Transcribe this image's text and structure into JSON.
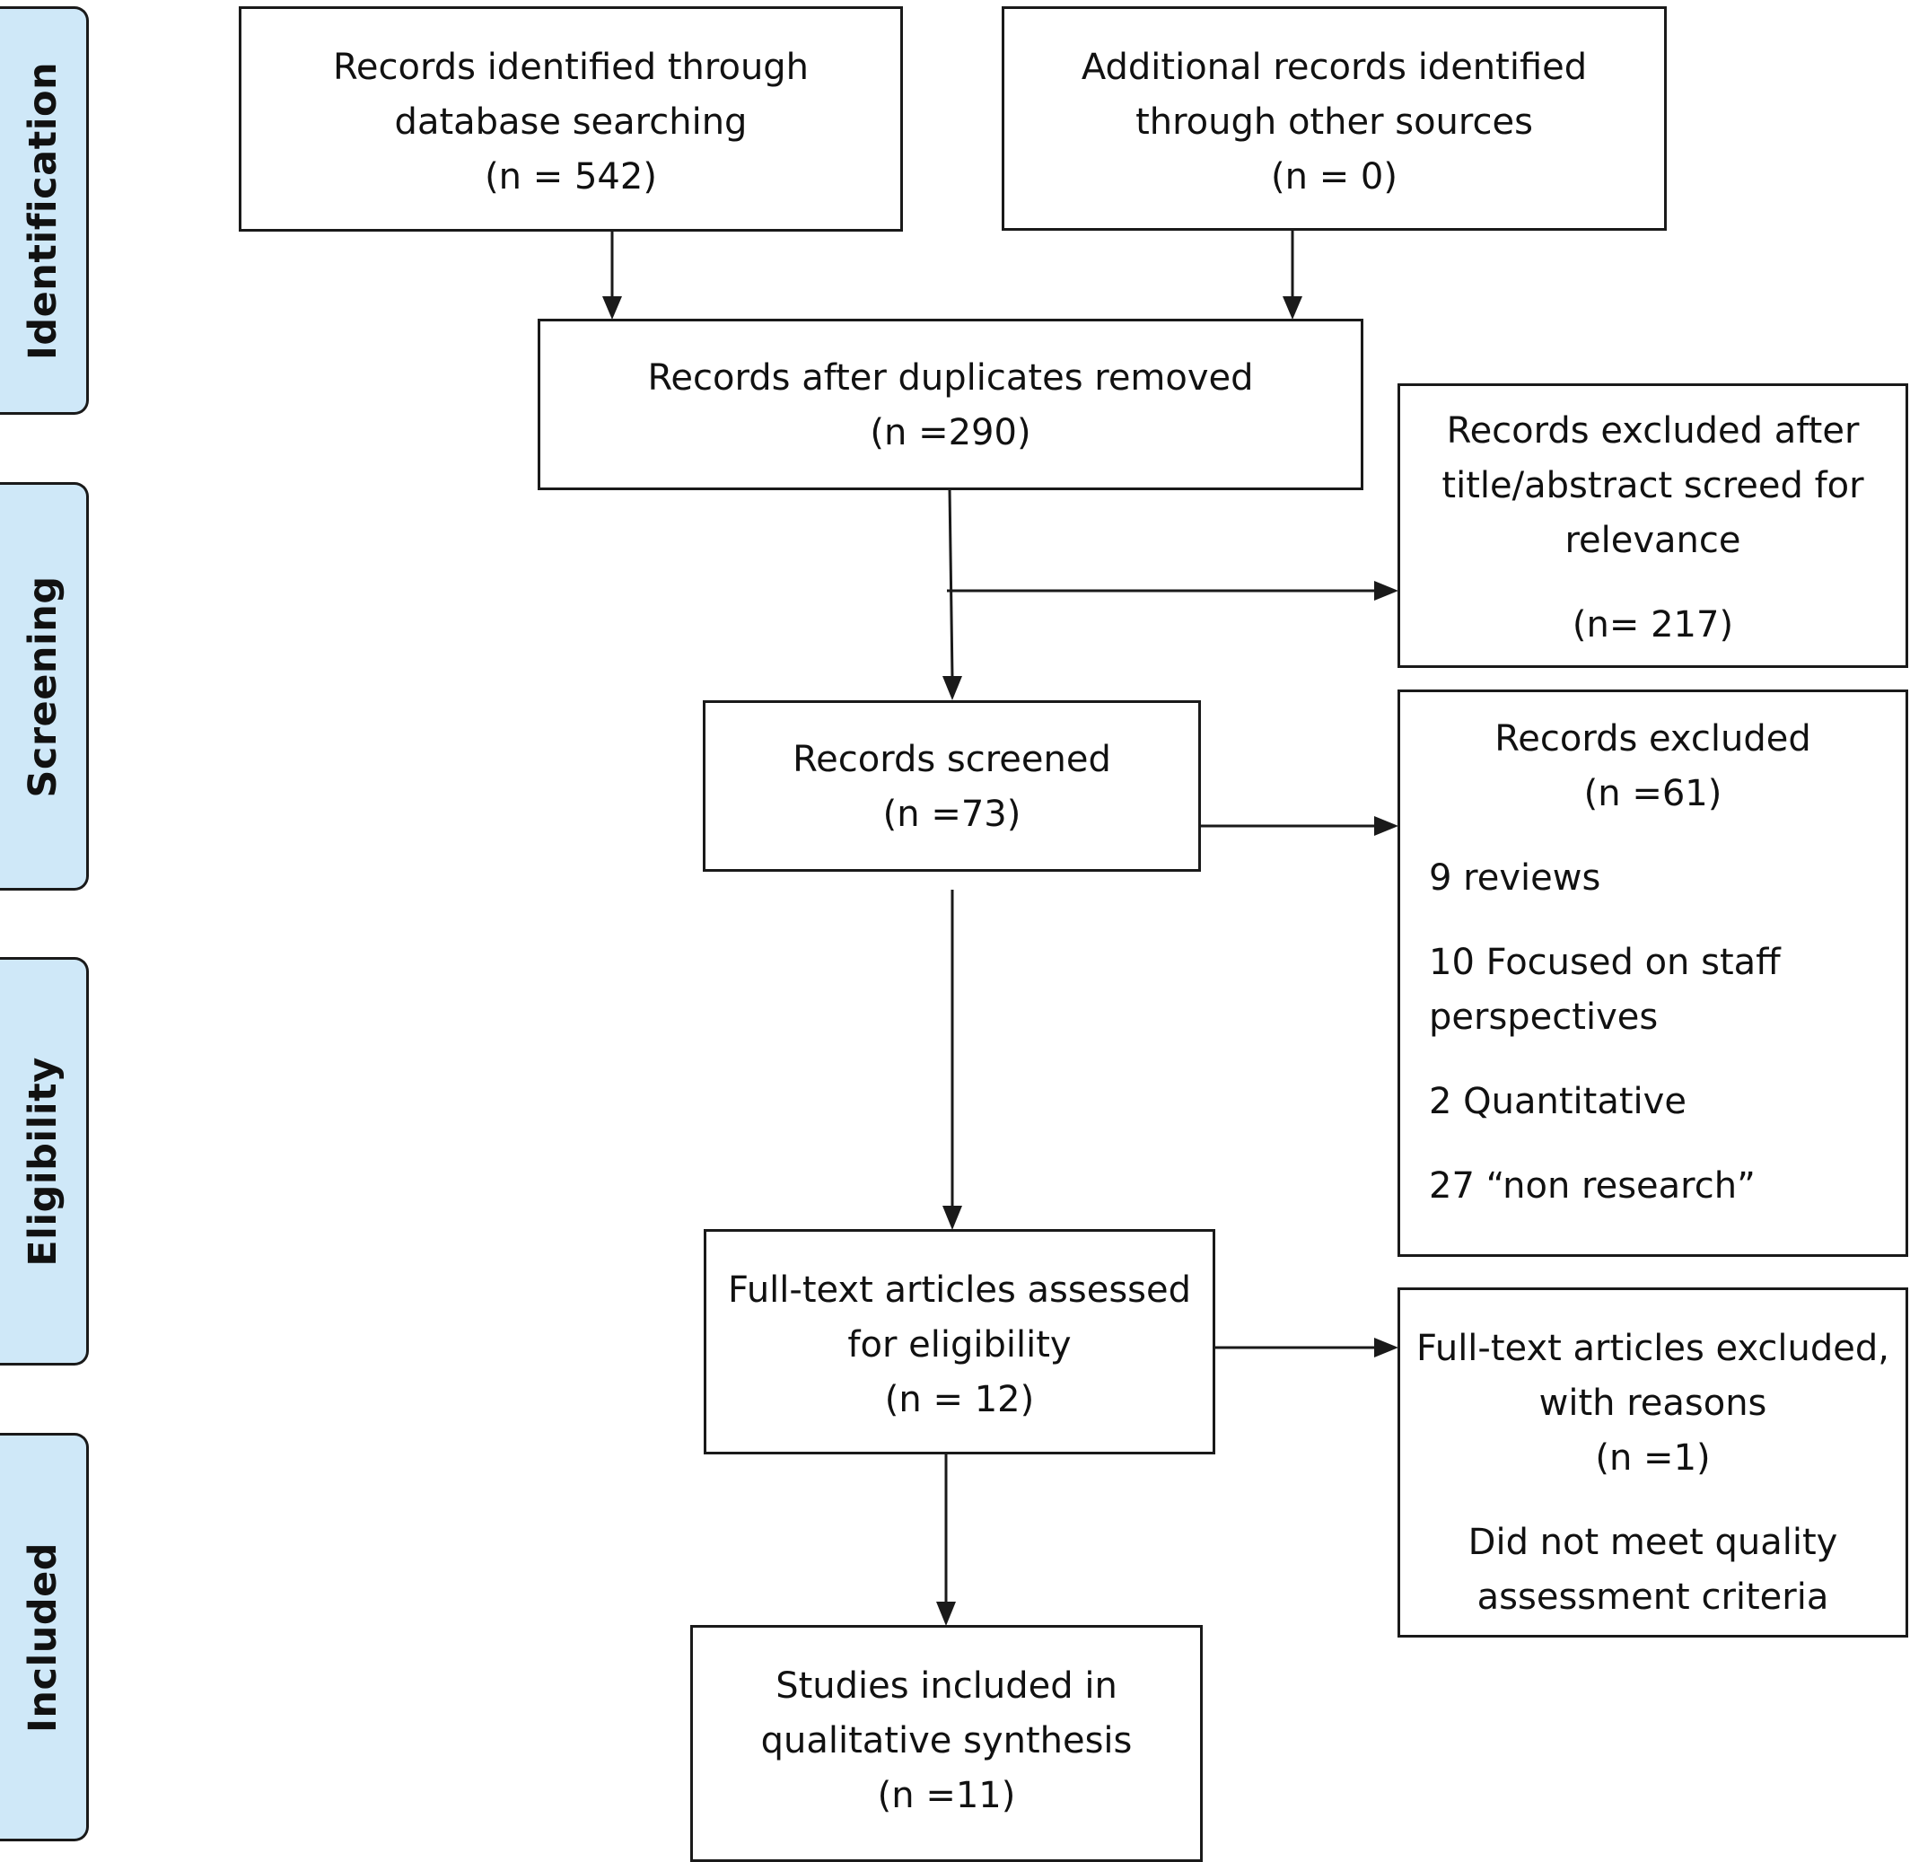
{
  "phases": {
    "identification": "Identification",
    "screening": "Screening",
    "eligibility": "Eligibility",
    "included": "Included"
  },
  "boxes": {
    "database": {
      "line1": "Records identified through",
      "line2": "database searching",
      "count": "(n = 542)"
    },
    "other_sources": {
      "line1": "Additional records identified",
      "line2": "through other sources",
      "count": "(n = 0)"
    },
    "duplicates_removed": {
      "line1": "Records after duplicates removed",
      "count": "(n =290)"
    },
    "excluded_title_abstract": {
      "line1": "Records excluded after",
      "line2": "title/abstract screed for",
      "line3": "relevance",
      "count": "(n= 217)"
    },
    "screened": {
      "line1": "Records screened",
      "count": "(n =73)"
    },
    "records_excluded": {
      "title": "Records excluded",
      "count": "(n =61)",
      "reason1": "9 reviews",
      "reason2_line1": "10 Focused on staff",
      "reason2_line2": "perspectives",
      "reason3": "2 Quantitative",
      "reason4": "27 “non research”"
    },
    "full_text_assessed": {
      "line1": "Full-text articles assessed",
      "line2": "for eligibility",
      "count": "(n = 12)"
    },
    "full_text_excluded": {
      "line1": "Full-text articles excluded,",
      "line2": "with reasons",
      "count": "(n =1)",
      "reason_line1": "Did not meet quality",
      "reason_line2": "assessment criteria"
    },
    "included": {
      "line1": "Studies included in",
      "line2": "qualitative synthesis",
      "count": "(n =11)"
    }
  }
}
